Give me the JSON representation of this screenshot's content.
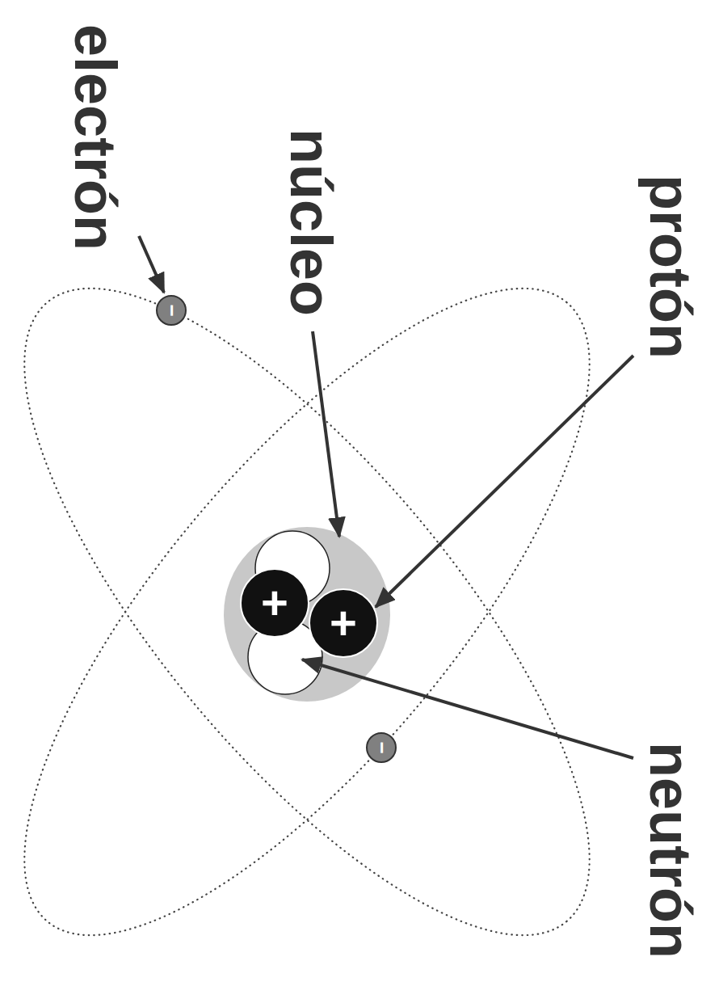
{
  "diagram": {
    "labels": [
      "protón",
      "núcleo",
      "electrón",
      "neutrón",
      "+",
      "+",
      "−",
      "−"
    ]
  }
}
